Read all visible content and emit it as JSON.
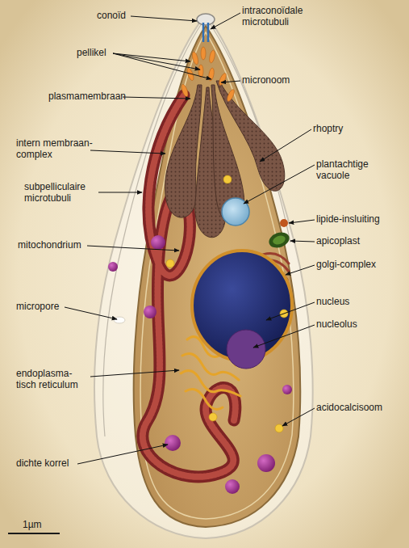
{
  "diagram": {
    "labels": [
      "conoïd",
      "intraconoïdale microtubuli",
      "pellikel",
      "micronoom",
      "plasmamembraan",
      "rhoptry",
      "intern membraan- complex",
      "plantachtige vacuole",
      "subpelliculaire microtubuli",
      "lipide-insluiting",
      "apicoplast",
      "golgi-complex",
      "mitochondrium",
      "nucleus",
      "micropore",
      "nucleolus",
      "endoplasma- tisch reticulum",
      "acidocalcisoom",
      "dichte korrel",
      "1µm"
    ]
  }
}
